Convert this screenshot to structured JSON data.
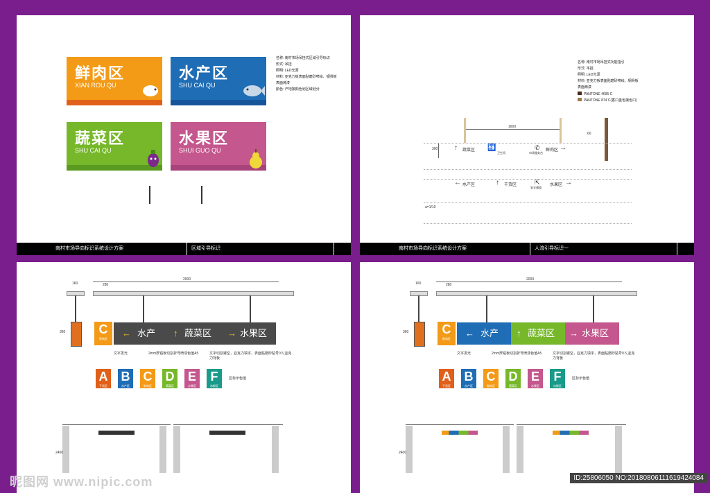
{
  "panel1": {
    "signs": [
      {
        "cn": "鲜肉区",
        "en": "XIAN ROU QU",
        "color": "#f39a17",
        "strip": "#e0601a",
        "icon": "pig-icon"
      },
      {
        "cn": "水产区",
        "en": "SHU CAI QU",
        "color": "#1f6db5",
        "strip": "#17559a",
        "icon": "fish-icon"
      },
      {
        "cn": "蔬菜区",
        "en": "SHU CAI QU",
        "color": "#76b82a",
        "strip": "#5a9a20",
        "icon": "eggplant-icon"
      },
      {
        "cn": "水果区",
        "en": "SHUI GUO QU",
        "color": "#c4578d",
        "strip": "#a8427a",
        "icon": "pear-icon"
      }
    ],
    "spec": [
      "名称: 南村市场吊挂式区域引导标识",
      "形式: 吊挂",
      "照明: LED光源",
      "材料: 亚克力板表面贴磨砂喷绘、钢骨板",
      "表面烤漆",
      "颜色: 产地按颜色划区域划分"
    ],
    "footer_left": "南村市场导向标识系统设计方案",
    "footer_right": "区域引导标识"
  },
  "panel2": {
    "spec": [
      "名称: 南村市场吊挂式功能指引",
      "形式: 吊挂",
      "照明: LED光源",
      "材料: 亚克力板表面贴磨砂喷绘、钢骨板",
      "表面烤漆"
    ],
    "pantone": [
      {
        "label": "PANTONE 4695 C",
        "color": "#4a2a1a"
      },
      {
        "label": "PANTONE 874 C(香口金色接色口)",
        "color": "#9a7b4f"
      }
    ],
    "dim_width": "1600",
    "dim_height": "300",
    "dim_small": "60",
    "scale": "a=1/10",
    "row1": [
      {
        "text": "蔬菜区",
        "arrow": "↑"
      },
      {
        "text": "卫生间",
        "sub": "Toilet"
      },
      {
        "text": "市场服务台",
        "sub": "Service Center"
      },
      {
        "text": "鲜肉区",
        "arrow": "→"
      }
    ],
    "row2": [
      {
        "text": "水产区",
        "arrow": "←"
      },
      {
        "text": "干货区",
        "arrow": "↑"
      },
      {
        "text": "安全通道",
        "sub": "Exit"
      },
      {
        "text": "水果区",
        "arrow": "→"
      }
    ],
    "footer_left": "南村市场导向标识系统设计方案",
    "footer_right": "人流引导标识一"
  },
  "panel3": {
    "dims": {
      "d1": "160",
      "d2": "280",
      "total": "2000",
      "height": "360",
      "room": "2400"
    },
    "big": {
      "letter": "C",
      "sub": "鲜肉区",
      "items": [
        {
          "arrow": "←",
          "text": "水产"
        },
        {
          "arrow": "↑",
          "text": "蔬菜区"
        },
        {
          "arrow": "→",
          "text": "水果区"
        }
      ],
      "bg": "#4a4a4a"
    },
    "notes": [
      "文字发光",
      "2mm厚铝板切割折弯喷漆色值A5",
      "文字切割镂空，亚克力填字，表面贴磨砂贴号0.5,亚克力背板"
    ],
    "letters": [
      {
        "L": "A",
        "s": "干货区",
        "color": "#e0601a"
      },
      {
        "L": "B",
        "s": "水产区",
        "color": "#1f6db5"
      },
      {
        "L": "C",
        "s": "鲜肉区",
        "color": "#f39a17"
      },
      {
        "L": "D",
        "s": "蔬菜区",
        "color": "#76b82a"
      },
      {
        "L": "E",
        "s": "水果区",
        "color": "#c4578d"
      },
      {
        "L": "F",
        "s": "冰鲜区",
        "color": "#1a9a8a"
      }
    ],
    "legend": "区标示色值"
  },
  "panel4": {
    "dims": {
      "d1": "160",
      "d2": "280",
      "total": "2000",
      "height": "360",
      "room": "2400"
    },
    "big": {
      "letter": "C",
      "sub": "鲜肉区",
      "items": [
        {
          "arrow": "←",
          "text": "水产",
          "color": "#1f6db5"
        },
        {
          "arrow": "↑",
          "text": "蔬菜区",
          "color": "#76b82a"
        },
        {
          "arrow": "→",
          "text": "水果区",
          "color": "#c4578d"
        }
      ]
    },
    "notes": [
      "文字发光",
      "2mm厚铝板切割折弯喷漆色值A5",
      "文字切割镂空，亚克力填字，表面贴磨砂贴号0.5,亚克力背板"
    ],
    "letters": [
      {
        "L": "A",
        "s": "干货区",
        "color": "#e0601a"
      },
      {
        "L": "B",
        "s": "水产区",
        "color": "#1f6db5"
      },
      {
        "L": "C",
        "s": "鲜肉区",
        "color": "#f39a17"
      },
      {
        "L": "D",
        "s": "蔬菜区",
        "color": "#76b82a"
      },
      {
        "L": "E",
        "s": "水果区",
        "color": "#c4578d"
      },
      {
        "L": "F",
        "s": "冰鲜区",
        "color": "#1a9a8a"
      }
    ],
    "legend": "区标示色值"
  },
  "watermark": "昵图网 www.nipic.com",
  "image_id": "ID:25806050 NO:20180806111619424084"
}
